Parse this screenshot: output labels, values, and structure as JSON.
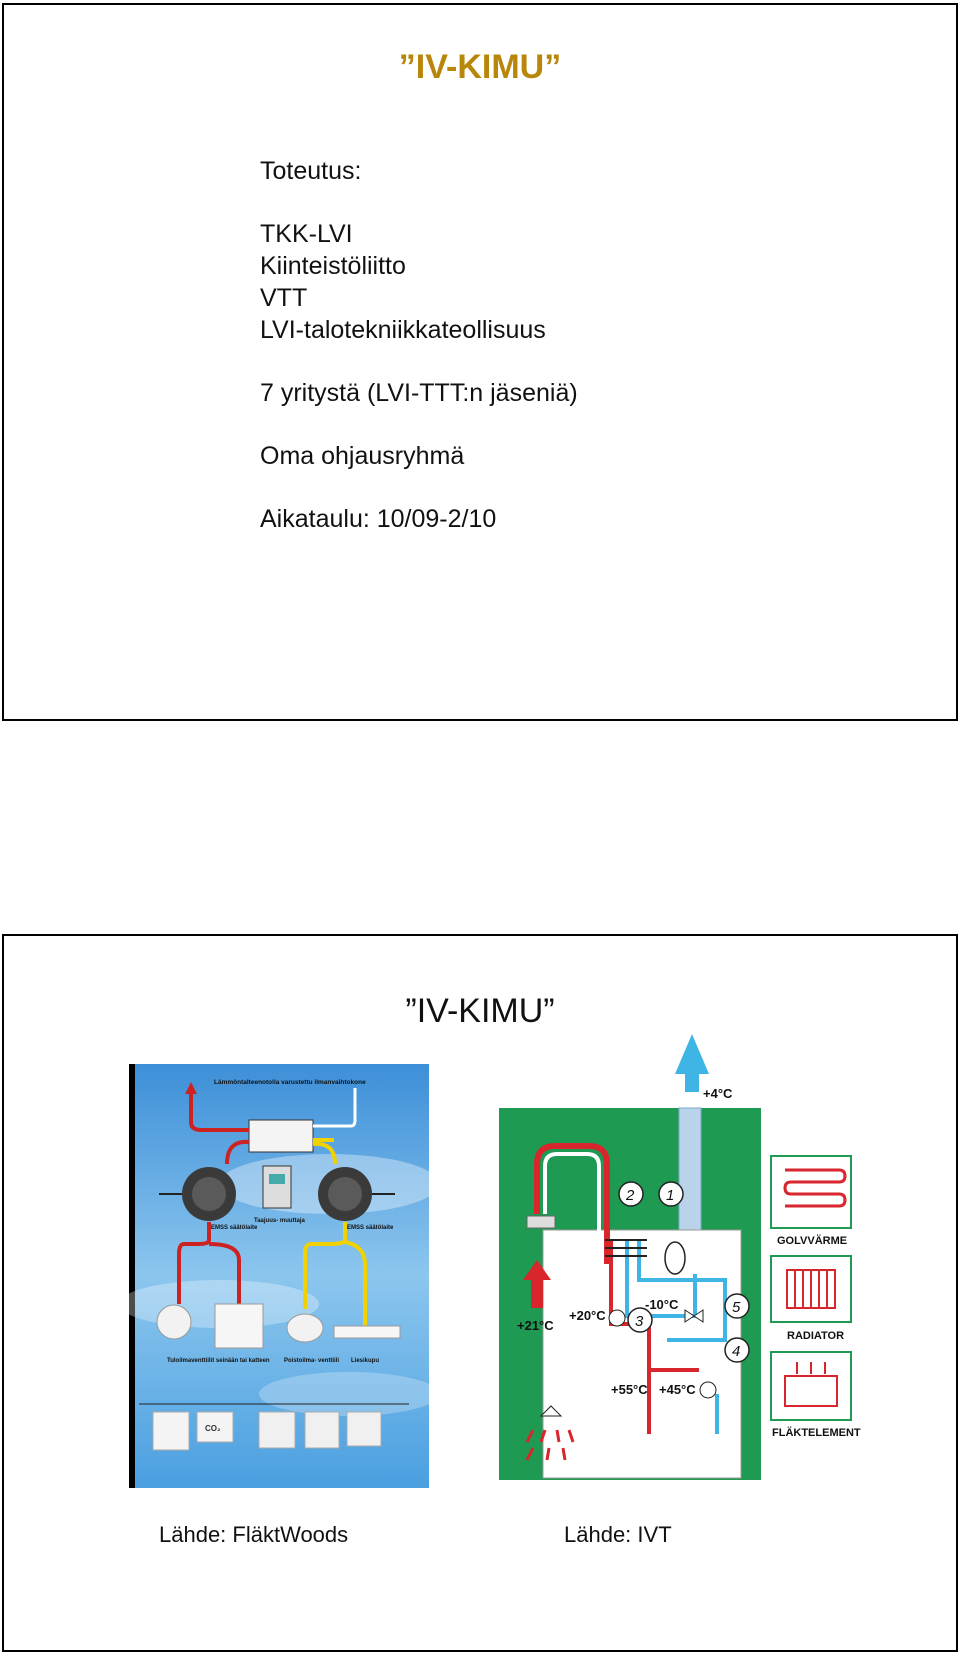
{
  "slide1": {
    "title": "”IV-KIMU”",
    "heading": "Toteutus:",
    "partners": [
      "TKK-LVI",
      "Kiinteistöliitto",
      "VTT",
      "LVI-talotekniikkateollisuus"
    ],
    "companies": "7 yritystä (LVI-TTT:n jäseniä)",
    "steering": "Oma ohjausryhmä",
    "schedule": "Aikataulu: 10/09-2/10"
  },
  "slide2": {
    "title": "”IV-KIMU”",
    "left_figure": {
      "labels": {
        "unit": "Lämmöntalteenotolla varustettu ilmanvaihtokone",
        "emss_left": "EMSS säätölaite",
        "freq": "Taajuus- muuttaja",
        "emss_right": "EMSS säätölaite",
        "supply": "Tuloilmaventtiilit seinään tai katteen",
        "exhaust": "Poistoilma- venttiili",
        "hood": "Liesikupu",
        "co2": "CO₂"
      }
    },
    "right_figure": {
      "labels": {
        "out_temp": "+4°C",
        "room_temp": "+21°C",
        "t20": "+20°C",
        "t_minus10": "-10°C",
        "t55": "+55°C",
        "t45": "+45°C",
        "n1": "1",
        "n2": "2",
        "n3": "3",
        "n4": "4",
        "n5": "5",
        "golvvarme": "GOLVVÄRME",
        "radiator": "RADIATOR",
        "flaktelement": "FLÄKTELEMENT"
      }
    },
    "source_left": "Lähde: FläktWoods",
    "source_right": "Lähde: IVT"
  },
  "colors": {
    "title_gold": "#b8860b",
    "hot": "#d9262c",
    "cold": "#3fb5e6",
    "green": "#1e9a52",
    "sky": "#4a9fe0",
    "yellow": "#f2d100"
  }
}
